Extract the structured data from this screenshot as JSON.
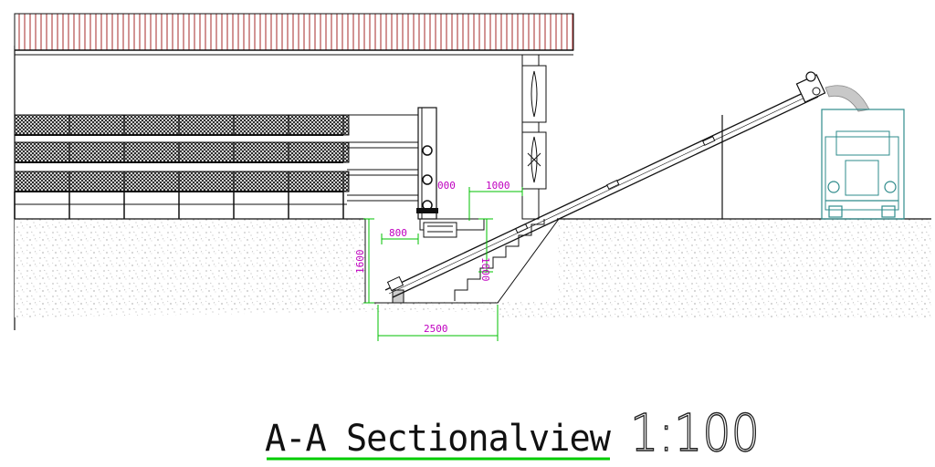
{
  "title": "A-A Sectionalview",
  "scale": "1:100",
  "dimensions": {
    "d1000_top": "1000",
    "d_partial": "000",
    "d800": "800",
    "d1000_vert": "1000",
    "d1600": "1600",
    "d2500": "2500"
  },
  "colors": {
    "roof": "#a52a2a",
    "dimension": "#00c000",
    "dimension_text": "#c000c0",
    "truck": "#2e8b8b",
    "underline": "#00cc00"
  }
}
